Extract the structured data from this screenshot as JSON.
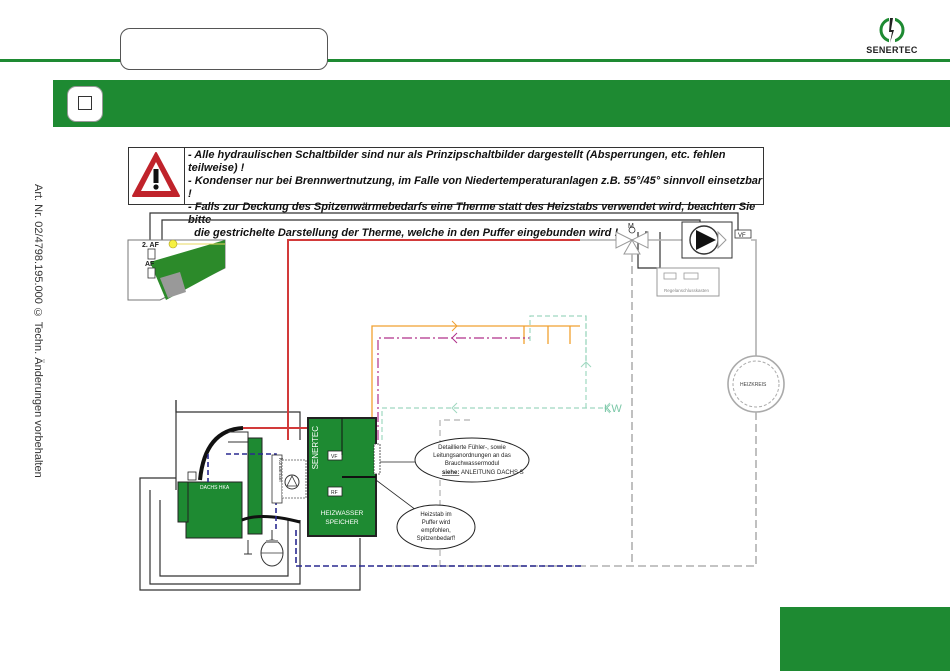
{
  "header": {
    "logo_text": "SENERTEC"
  },
  "warning": {
    "lines": [
      "- Alle hydraulischen Schaltbilder sind nur als Prinzipschaltbilder dargestellt (Absperrungen, etc. fehlen teilweise) !",
      "- Kondenser nur bei Brennwertnutzung, im Falle von Niedertemperaturanlagen z.B. 55°/45°  sinnvoll einsetzbar !",
      "- Falls zur Deckung des Spitzenwärmebedarfs eine Therme statt des Heizstabs verwendet wird, beachten Sie bitte",
      "  die gestrichelte Darstellung der Therme, welche in den Puffer eingebunden wird !"
    ]
  },
  "sidebar_text": "Art. Nr. 02/4798.195.000   © Techn. Änderungen vorbehalten",
  "diagram": {
    "sensors": {
      "af2": "2. AF",
      "af": "AF",
      "vf_top": "VF",
      "vf_tank": "VF",
      "rf_tank": "RF",
      "motor": "M"
    },
    "controller_label": "Regelanschlusskasten",
    "heating_circuit": "HEIZKREIS",
    "cold_water": "KW",
    "tank_vertical": "SENERTEC",
    "tank_label_1": "HEIZWASSER",
    "tank_label_2": "SPEICHER",
    "dachs_label": "DACHS HKA",
    "condenser_label": "Kondenser",
    "callout1": [
      "Detaillierte Fühler-, sowie",
      "Leitungsanordnungen an das",
      "Brauchwassermodul"
    ],
    "callout1_see": "siehe:",
    "callout1_ref": "ANLEITUNG DACHS S",
    "callout2": [
      "Heizstab im",
      "Puffer wird",
      "empfohlen,",
      "Spitzenbedarf!"
    ]
  },
  "colors": {
    "brand_green": "#1e8a32",
    "hot_line": "#d23a3a",
    "orange_line": "#f0a030",
    "purple_line": "#b0308a",
    "cold_line": "#9fd8c0",
    "return_dash": "#b0b0b0",
    "blue_dash": "#2a2a90"
  }
}
